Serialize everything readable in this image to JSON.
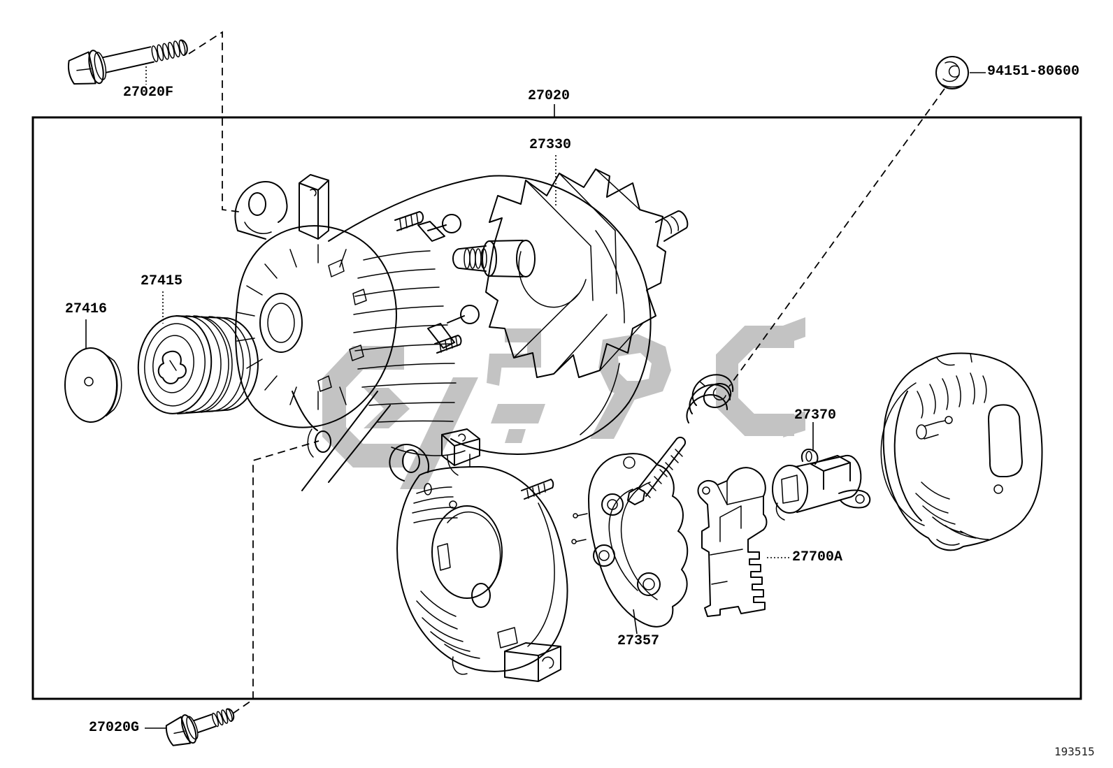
{
  "diagram": {
    "subject": "alternator-exploded-parts-diagram",
    "drawing_number": "193515"
  },
  "labels": {
    "bolt_front": "27020F",
    "assembly": "27020",
    "nut": "94151-80600",
    "rotor": "27330",
    "pulley": "27415",
    "pulley_cap": "27416",
    "brush_holder": "27370",
    "regulator": "27700A",
    "rectifier": "27357",
    "bolt_lower": "27020G"
  },
  "colors": {
    "line": "#000000",
    "watermark": "#c3c3c3",
    "background": "#ffffff"
  }
}
